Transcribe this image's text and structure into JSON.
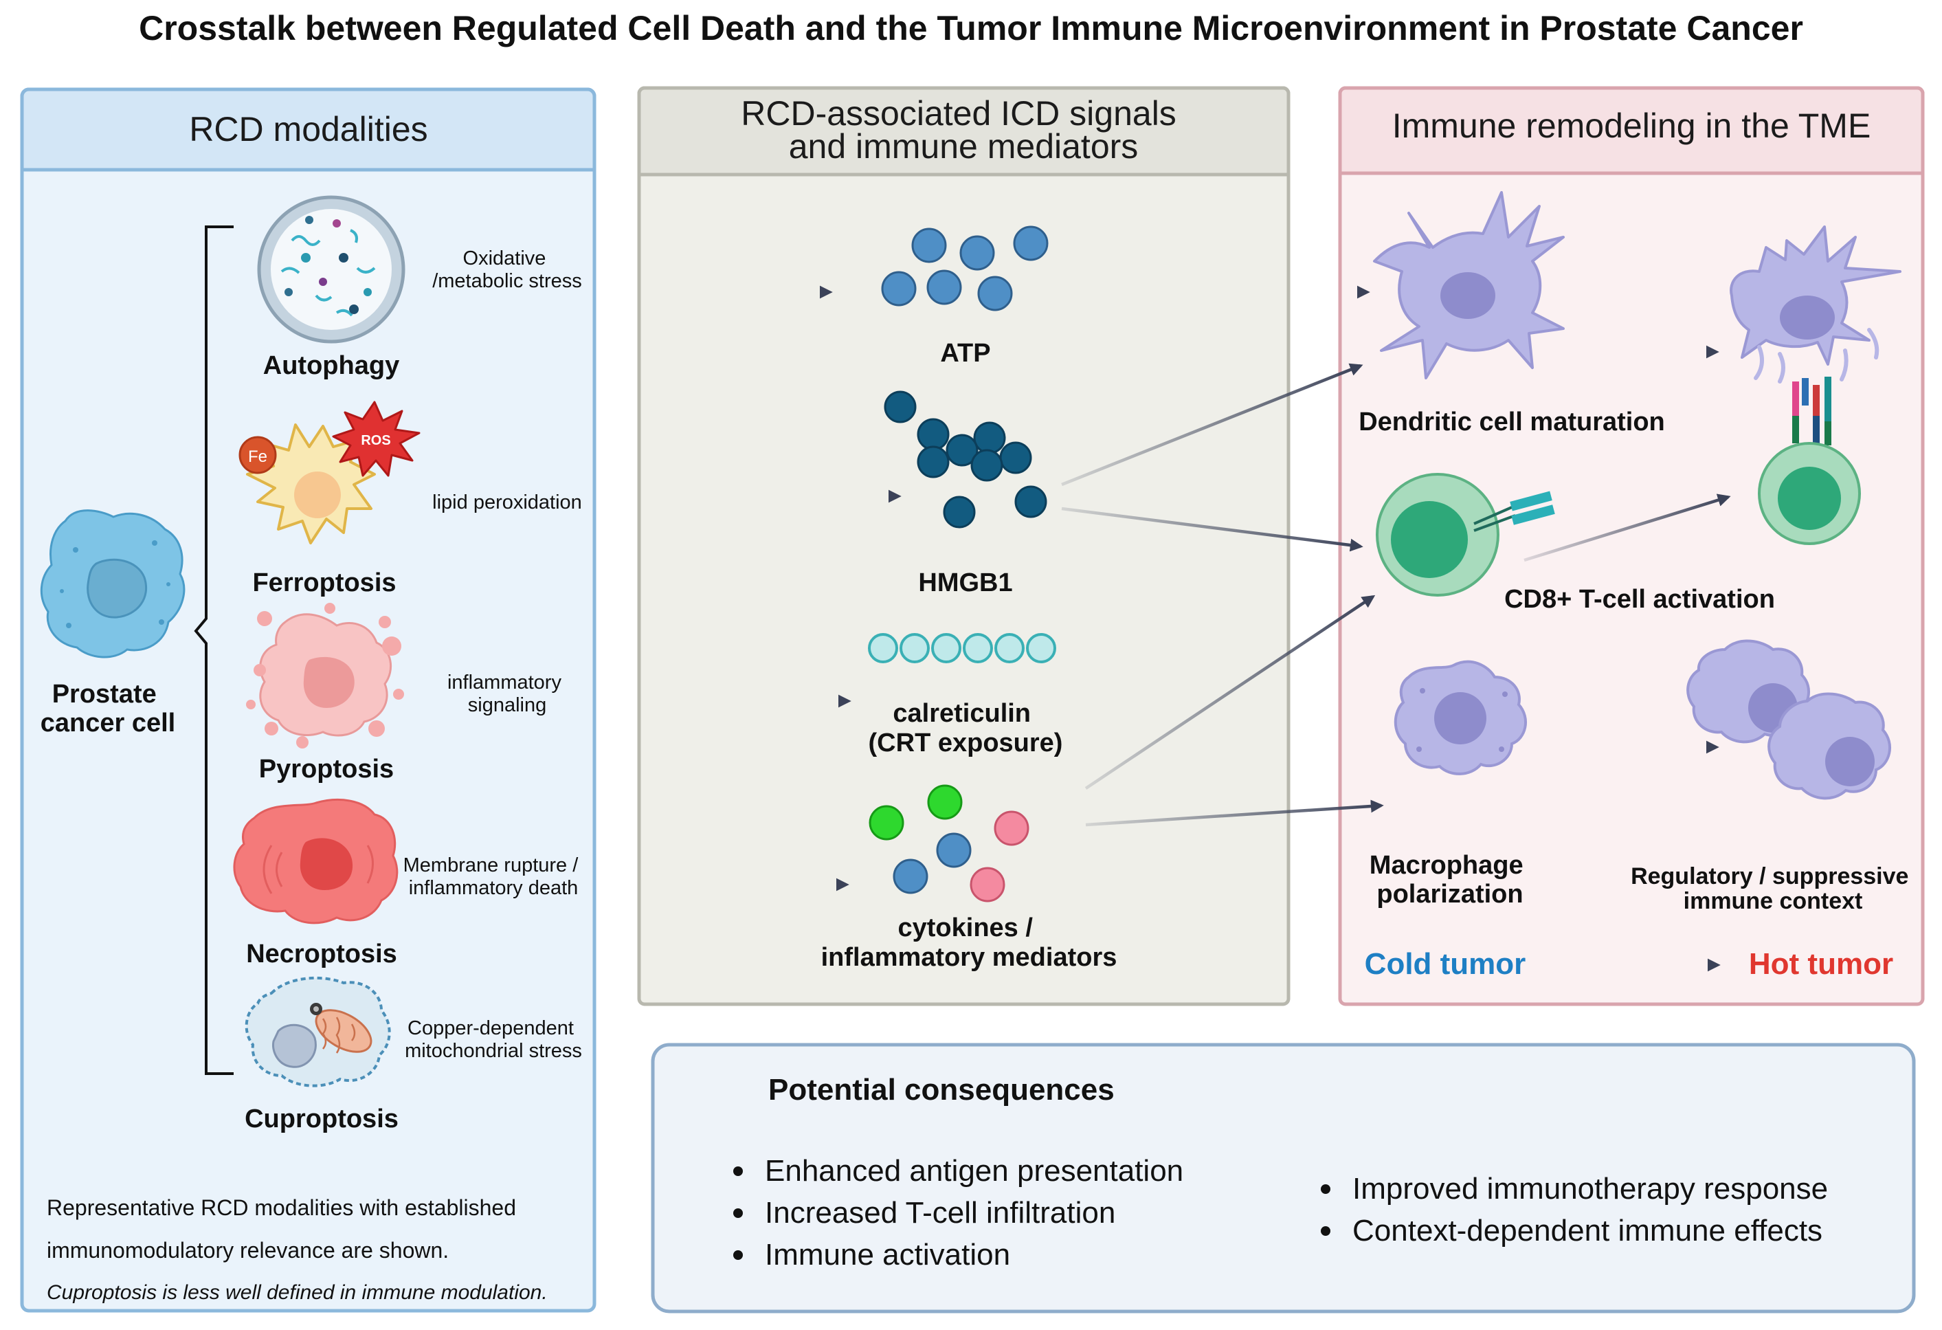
{
  "title": "Crosstalk between Regulated Cell Death and the Tumor Immune Microenvironment in Prostate Cancer",
  "panels": {
    "rcd": {
      "header": "RCD modalities",
      "source_cell": {
        "line1": "Prostate",
        "line2": "cancer cell"
      },
      "modalities": [
        {
          "name": "Autophagy",
          "stimulus": [
            "Oxidative",
            "/metabolic stress"
          ]
        },
        {
          "name": "Ferroptosis",
          "stimulus": [
            "lipid peroxidation"
          ],
          "badges": {
            "iron": "Fe",
            "ros": "ROS"
          }
        },
        {
          "name": "Pyroptosis",
          "stimulus": [
            "inflammatory",
            "signaling"
          ]
        },
        {
          "name": "Necroptosis",
          "stimulus": [
            "Membrane rupture /",
            "inflammatory death"
          ]
        },
        {
          "name": "Cuproptosis",
          "stimulus": [
            "Copper-dependent",
            "mitochondrial stress"
          ]
        }
      ],
      "footnote": {
        "line1": "Representative RCD modalities with established",
        "line2": "immunomodulatory relevance are shown.",
        "line3": "Cuproptosis is less well defined in immune modulation."
      }
    },
    "icd": {
      "header": {
        "line1": "RCD-associated ICD signals",
        "line2": "and immune mediators"
      },
      "signals": [
        {
          "label": [
            "ATP"
          ]
        },
        {
          "label": [
            "HMGB1"
          ]
        },
        {
          "label": [
            "calreticulin",
            "(CRT exposure)"
          ]
        },
        {
          "label": [
            "cytokines /",
            "inflammatory mediators"
          ]
        }
      ]
    },
    "tme": {
      "header": "Immune remodeling in the TME",
      "labels": {
        "dc": "Dendritic cell maturation",
        "cd8": "CD8+ T-cell activation",
        "macrophage": [
          "Macrophage",
          "polarization"
        ],
        "regulatory": [
          "Regulatory / suppressive",
          "immune context"
        ]
      },
      "cold": "Cold tumor",
      "hot": "Hot tumor"
    },
    "consequences": {
      "title": "Potential consequences",
      "left": [
        "Enhanced antigen presentation",
        "Increased T-cell infiltration",
        "Immune activation"
      ],
      "right": [
        "Improved immunotherapy response",
        "Context-dependent immune effects"
      ]
    }
  },
  "colors": {
    "rcd_panel": "#eaf3fb",
    "rcd_header": "#d3e6f6",
    "rcd_border": "#8bb8dc",
    "icd_panel": "#efefe9",
    "icd_header": "#e3e3dc",
    "icd_border": "#b8b8ae",
    "tme_panel": "#fbf1f2",
    "tme_header": "#f6e1e4",
    "tme_border": "#d9a4ad",
    "cons_panel": "#eef3f9",
    "cons_border": "#8eaccb",
    "arrow": "#3b4258",
    "cold": "#1e7fc4",
    "hot": "#e0372f"
  }
}
